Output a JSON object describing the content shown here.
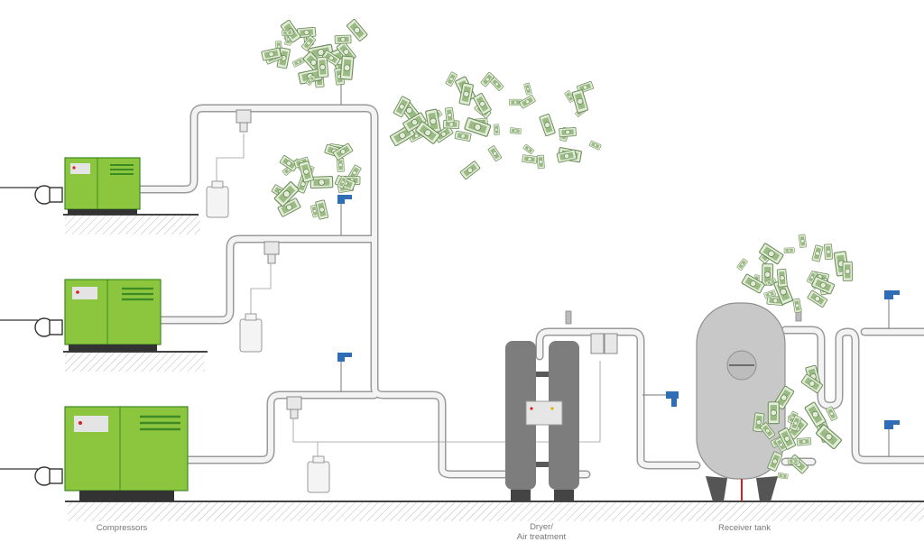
{
  "labels": {
    "compressors": "Compressors",
    "dryer_line1": "Dryer/",
    "dryer_line2": "Air treatment",
    "receiver": "Receiver tank"
  },
  "colors": {
    "compressor_body": "#8cc63f",
    "compressor_dark": "#3c8a22",
    "pipe_fill": "#f1f1f1",
    "pipe_stroke": "#9a9a9a",
    "tank": "#c8c8c8",
    "dryer": "#7d7d7d",
    "sensor": "#2f6db5",
    "money": "#7fa06e",
    "ground": "#444444"
  },
  "icons": {
    "power_socket": "power-socket-icon",
    "sensor": "flow-sensor-icon",
    "money": "dollar-bill-icon"
  }
}
